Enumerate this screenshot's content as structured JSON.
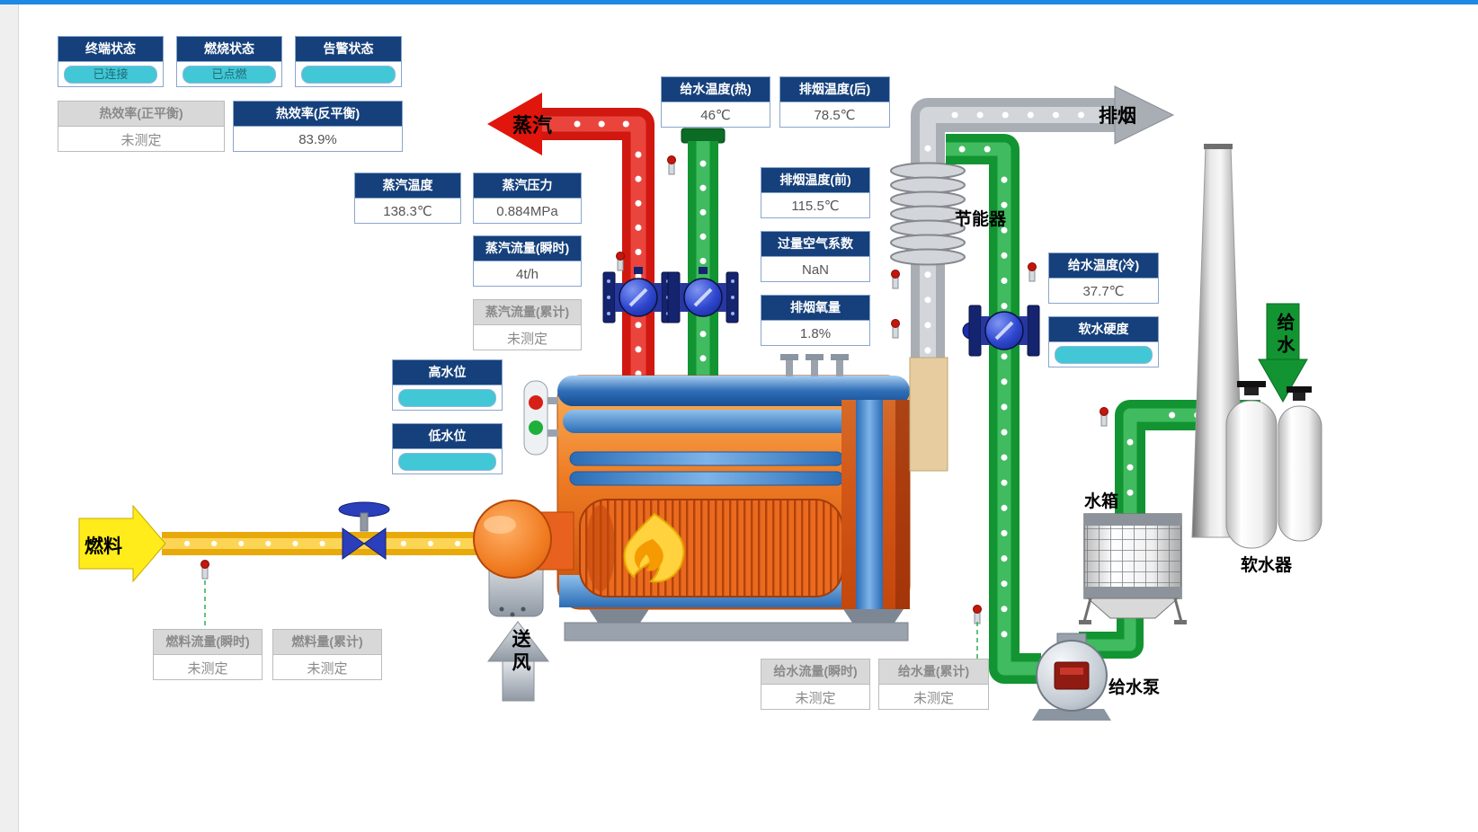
{
  "window": {
    "top_bar_color": "#1e88e5"
  },
  "panels": {
    "terminal_status": {
      "label": "终端状态",
      "value": "已连接"
    },
    "combustion_status": {
      "label": "燃烧状态",
      "value": "已点燃"
    },
    "alarm_status": {
      "label": "告警状态",
      "value": ""
    },
    "eff_positive": {
      "label": "热效率(正平衡)",
      "value": "未测定"
    },
    "eff_reverse": {
      "label": "热效率(反平衡)",
      "value": "83.9%"
    },
    "steam_temp": {
      "label": "蒸汽温度",
      "value": "138.3℃"
    },
    "steam_pressure": {
      "label": "蒸汽压力",
      "value": "0.884MPa"
    },
    "steam_flow_inst": {
      "label": "蒸汽流量(瞬时)",
      "value": "4t/h"
    },
    "steam_flow_total": {
      "label": "蒸汽流量(累计)",
      "value": "未测定"
    },
    "feed_temp_hot": {
      "label": "给水温度(热)",
      "value": "46℃"
    },
    "flue_temp_rear": {
      "label": "排烟温度(后)",
      "value": "78.5℃"
    },
    "flue_temp_front": {
      "label": "排烟温度(前)",
      "value": "115.5℃"
    },
    "excess_air": {
      "label": "过量空气系数",
      "value": "NaN"
    },
    "flue_oxygen": {
      "label": "排烟氧量",
      "value": "1.8%"
    },
    "feed_temp_cold": {
      "label": "给水温度(冷)",
      "value": "37.7℃"
    },
    "soft_water_hardness": {
      "label": "软水硬度",
      "value": ""
    },
    "high_water_level": {
      "label": "高水位",
      "value": ""
    },
    "low_water_level": {
      "label": "低水位",
      "value": ""
    },
    "fuel_flow_inst": {
      "label": "燃料流量(瞬时)",
      "value": "未测定"
    },
    "fuel_total": {
      "label": "燃料量(累计)",
      "value": "未测定"
    },
    "feed_flow_inst": {
      "label": "给水流量(瞬时)",
      "value": "未测定"
    },
    "feed_total": {
      "label": "给水量(累计)",
      "value": "未测定"
    }
  },
  "labels": {
    "steam": "蒸汽",
    "flue": "排烟",
    "economizer": "节能器",
    "feedwater": "给水",
    "water_tank": "水箱",
    "softener": "软水器",
    "feed_pump": "给水泵",
    "fuel": "燃料",
    "air_supply": "送风"
  },
  "colors": {
    "panel_header_blue": "#15407b",
    "panel_header_gray": "#d8d8d8",
    "status_pill_cyan": "#41c7d6",
    "panel_border": "#8aa6cc",
    "steam_red": "#e0150c",
    "water_green": "#129432",
    "fuel_yellow": "#ffd400",
    "flue_gray": "#a9aeb5"
  }
}
